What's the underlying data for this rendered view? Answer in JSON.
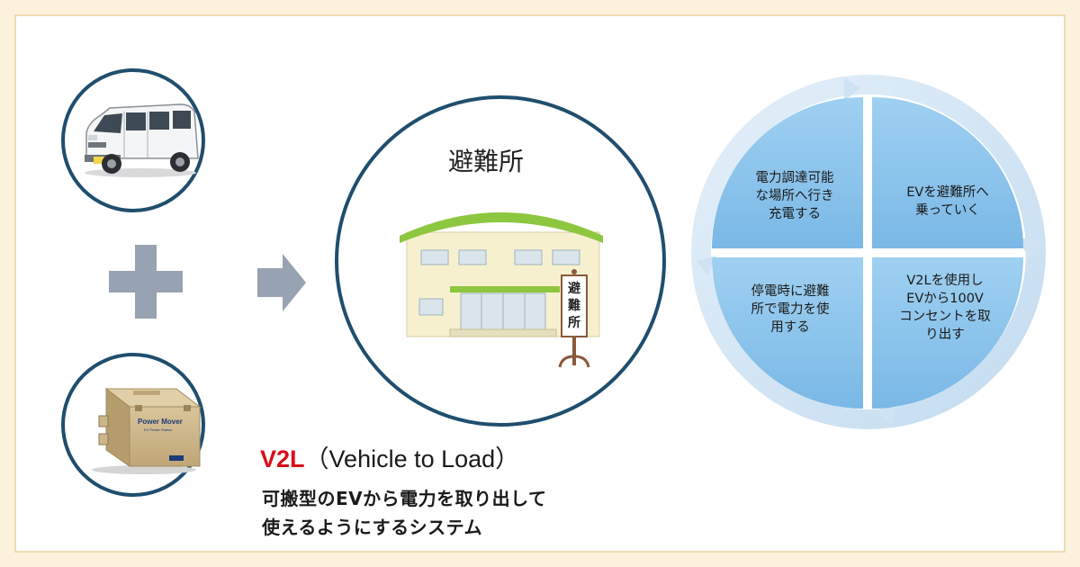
{
  "shelter": {
    "title": "避難所",
    "sign_text": "避難所"
  },
  "v2l": {
    "title_red": "V2L",
    "title_rest": "（Vehicle to Load）",
    "description_line1": "可搬型のEVから電力を取り出して",
    "description_line2": "使えるようにするシステム"
  },
  "device": {
    "brand_label": "Power Mover",
    "sub_label": "EV Power Station"
  },
  "cycle": {
    "top_left": [
      "電力調達可能",
      "な場所へ行き",
      "充電する"
    ],
    "top_right": [
      "EVを避難所へ",
      "乗っていく"
    ],
    "bottom_right": [
      "V2Lを使用し",
      "EVから100V",
      "コンセントを取",
      "り出す"
    ],
    "bottom_left": [
      "停電時に避難",
      "所で電力を使",
      "用する"
    ]
  },
  "colors": {
    "circle_border": "#1f4e6e",
    "gray_shape": "#97a3b2",
    "roof_green": "#8dc63f",
    "building_cream": "#f7f0cf",
    "quadrant_blue": "#8ec6ed",
    "ring_blue": "#d4e7f6",
    "title_red": "#d80f1a"
  },
  "icons": [
    "van-icon",
    "power-station-icon",
    "plus-icon",
    "arrow-right-icon",
    "shelter-building-icon",
    "signpost-icon",
    "cycle-arrow-icon"
  ]
}
